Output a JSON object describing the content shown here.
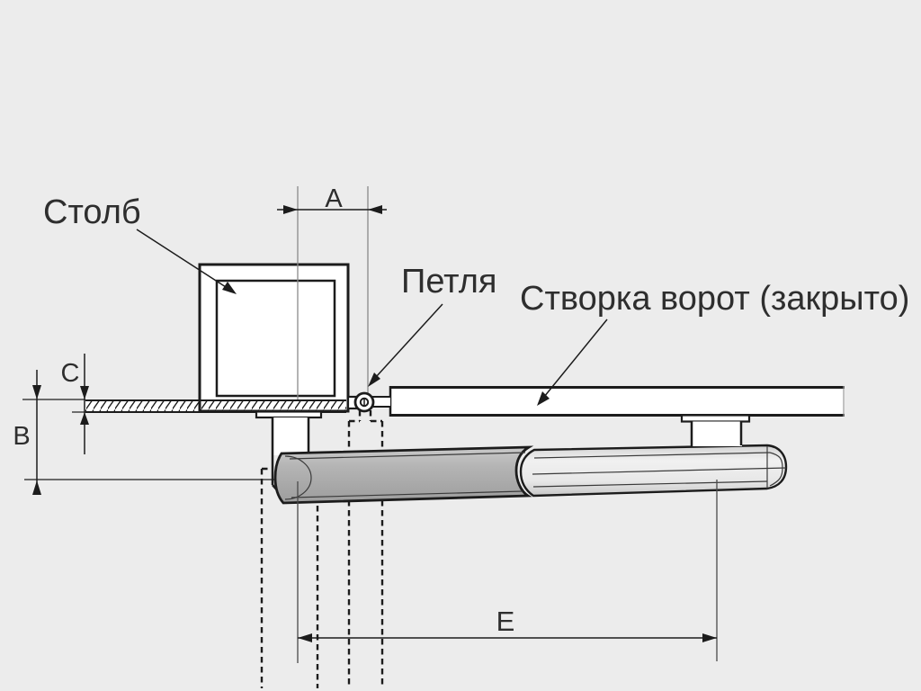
{
  "diagram": {
    "annotations": {
      "post": "Столб",
      "hinge": "Петля",
      "gate_leaf": "Створка ворот (закрыто)"
    },
    "dimensions": {
      "a": "A",
      "b": "B",
      "c": "C",
      "e": "E"
    },
    "colors": {
      "background": "#ececec",
      "outline": "#1c1c1c",
      "text": "#2e2e2e",
      "actuator_body": "#b2b2b2",
      "actuator_rod": "#ececec",
      "extension_line": "#8a8a8a"
    }
  }
}
